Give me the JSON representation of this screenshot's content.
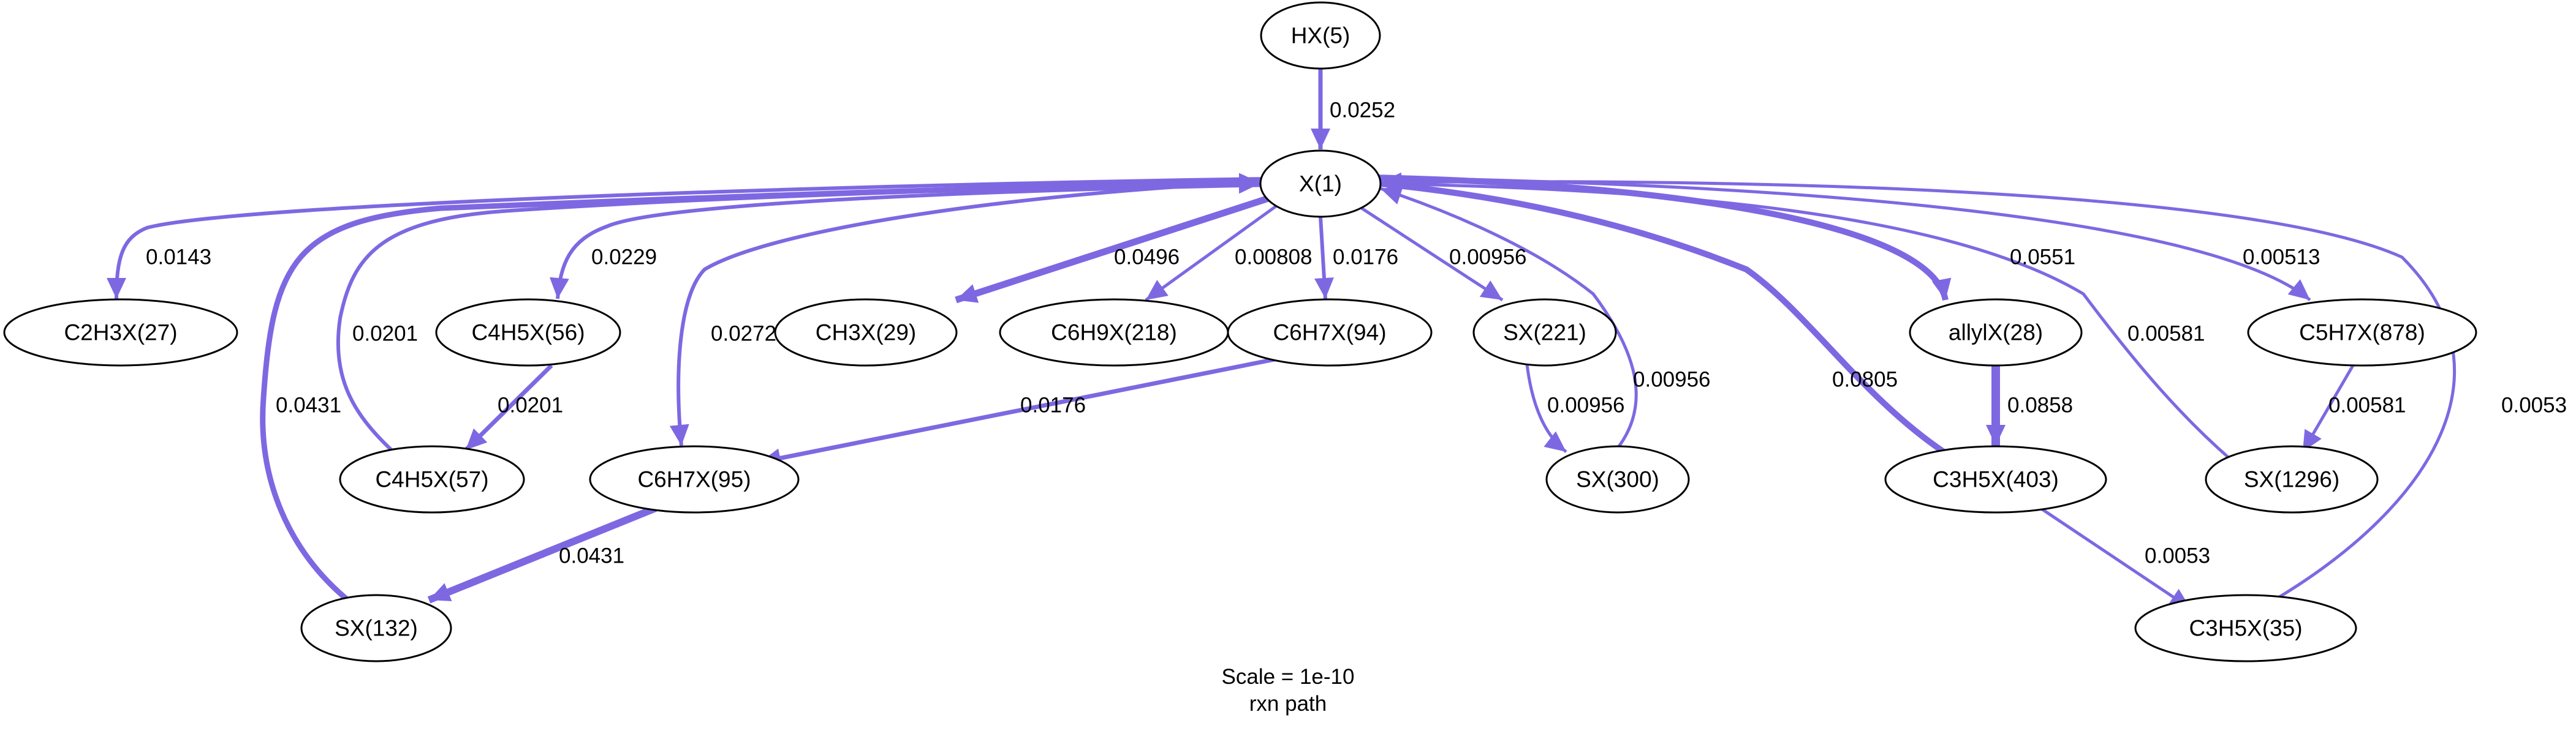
{
  "diagram": {
    "edge_color": "#7e68e2",
    "nodes": [
      {
        "id": "HX5",
        "label": "HX(5)"
      },
      {
        "id": "X1",
        "label": "X(1)"
      },
      {
        "id": "C2H3X27",
        "label": "C2H3X(27)"
      },
      {
        "id": "C4H5X56",
        "label": "C4H5X(56)"
      },
      {
        "id": "C4H5X57",
        "label": "C4H5X(57)"
      },
      {
        "id": "CH3X29",
        "label": "CH3X(29)"
      },
      {
        "id": "C6H9X218",
        "label": "C6H9X(218)"
      },
      {
        "id": "C6H7X94",
        "label": "C6H7X(94)"
      },
      {
        "id": "SX221",
        "label": "SX(221)"
      },
      {
        "id": "allylX28",
        "label": "allylX(28)"
      },
      {
        "id": "C5H7X878",
        "label": "C5H7X(878)"
      },
      {
        "id": "C6H7X95",
        "label": "C6H7X(95)"
      },
      {
        "id": "SX300",
        "label": "SX(300)"
      },
      {
        "id": "C3H5X403",
        "label": "C3H5X(403)"
      },
      {
        "id": "SX1296",
        "label": "SX(1296)"
      },
      {
        "id": "SX132",
        "label": "SX(132)"
      },
      {
        "id": "C3H5X35",
        "label": "C3H5X(35)"
      }
    ],
    "edges": [
      {
        "from": "HX5",
        "to": "X1",
        "label": "0.0252"
      },
      {
        "from": "X1",
        "to": "C2H3X27",
        "label": "0.0143"
      },
      {
        "from": "X1",
        "to": "C4H5X56",
        "label": "0.0229"
      },
      {
        "from": "C4H5X57",
        "to": "X1",
        "label": "0.0201"
      },
      {
        "from": "C4H5X56",
        "to": "C4H5X57",
        "label": "0.0201"
      },
      {
        "from": "SX132",
        "to": "X1",
        "label": "0.0431"
      },
      {
        "from": "X1",
        "to": "C6H7X95",
        "label": "0.0272"
      },
      {
        "from": "X1",
        "to": "CH3X29",
        "label": "0.0496"
      },
      {
        "from": "X1",
        "to": "C6H9X218",
        "label": "0.00808"
      },
      {
        "from": "X1",
        "to": "C6H7X94",
        "label": "0.0176"
      },
      {
        "from": "X1",
        "to": "SX221",
        "label": "0.00956"
      },
      {
        "from": "SX300",
        "to": "X1",
        "label": "0.00956"
      },
      {
        "from": "SX221",
        "to": "SX300",
        "label": "0.00956"
      },
      {
        "from": "C3H5X403",
        "to": "X1",
        "label": "0.0805"
      },
      {
        "from": "X1",
        "to": "allylX28",
        "label": "0.0551"
      },
      {
        "from": "allylX28",
        "to": "C3H5X403",
        "label": "0.0858"
      },
      {
        "from": "SX1296",
        "to": "X1",
        "label": "0.00581"
      },
      {
        "from": "X1",
        "to": "C5H7X878",
        "label": "0.00513"
      },
      {
        "from": "C5H7X878",
        "to": "SX1296",
        "label": "0.00581"
      },
      {
        "from": "C3H5X35",
        "to": "X1",
        "label": "0.0053"
      },
      {
        "from": "C3H5X403",
        "to": "C3H5X35",
        "label": "0.0053"
      },
      {
        "from": "C6H7X94",
        "to": "C6H7X95",
        "label": "0.0176"
      },
      {
        "from": "C6H7X95",
        "to": "SX132",
        "label": "0.0431"
      }
    ],
    "caption_lines": [
      "Scale = 1e-10",
      "rxn path"
    ]
  }
}
